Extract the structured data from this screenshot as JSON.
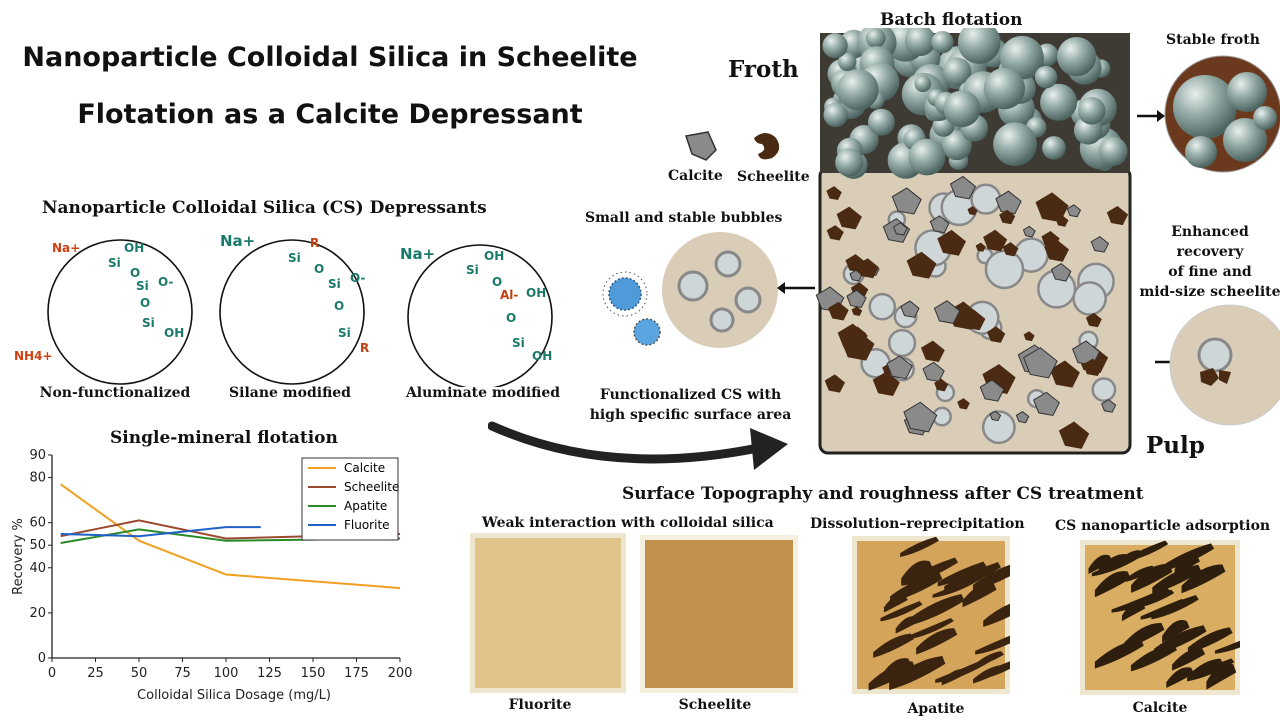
{
  "title": {
    "line1": "Nanoparticle Colloidal Silica in Scheelite",
    "line2": "Flotation as a Calcite Depressant"
  },
  "depressants": {
    "heading": "Nanoparticle Colloidal Silica (CS) Depressants",
    "captions": [
      "Non-functionalized",
      "Silane modified",
      "Aluminate modified"
    ],
    "labels": {
      "na": "Na+",
      "nh4": "NH4+",
      "si": "Si",
      "o": "O",
      "o_minus": "O-",
      "oh": "OH",
      "r": "R",
      "al": "Al-"
    }
  },
  "chart_title": "Single-mineral flotation",
  "chart_data": {
    "type": "line",
    "title": "Single-mineral flotation",
    "xlabel": "Colloidal Silica Dosage (mg/L)",
    "ylabel": "Recovery %",
    "xlim": [
      0,
      200
    ],
    "ylim": [
      0,
      90
    ],
    "xticks": [
      0,
      25,
      50,
      75,
      100,
      125,
      150,
      175,
      200
    ],
    "yticks": [
      0,
      20,
      40,
      50,
      60,
      80,
      90
    ],
    "legend_position": "top-right",
    "series": [
      {
        "name": "Calcite",
        "color": "#f0a020",
        "x": [
          5,
          50,
          100,
          200
        ],
        "y": [
          77,
          52,
          37,
          31
        ]
      },
      {
        "name": "Scheelite",
        "color": "#9b4a30",
        "x": [
          5,
          50,
          100,
          200
        ],
        "y": [
          54,
          61,
          53,
          55
        ]
      },
      {
        "name": "Apatite",
        "color": "#2a8a2a",
        "x": [
          5,
          50,
          100,
          200
        ],
        "y": [
          51,
          57,
          52,
          53
        ]
      },
      {
        "name": "Fluorite",
        "color": "#2060c8",
        "x": [
          5,
          50,
          100,
          120
        ],
        "y": [
          55,
          54,
          58,
          58
        ]
      }
    ]
  },
  "flotation": {
    "heading": "Batch flotation",
    "froth": "Froth",
    "pulp": "Pulp",
    "stable_froth": "Stable froth",
    "enhanced": [
      "Enhanced",
      "recovery",
      "of fine and",
      "mid-size scheelite"
    ],
    "calcite": "Calcite",
    "scheelite": "Scheelite",
    "small_bubbles": "Small and stable bubbles",
    "functionalized": [
      "Functionalized CS with",
      "high specific surface area"
    ]
  },
  "surface": {
    "heading": "Surface Topography and roughness after CS treatment",
    "groups": [
      "Weak interaction with colloidal silica",
      "Dissolution–reprecipitation",
      "CS nanoparticle adsorption"
    ],
    "minerals": [
      "Fluorite",
      "Scheelite",
      "Apatite",
      "Calcite"
    ]
  },
  "colors": {
    "calcite_mineral": "#8a8a8a",
    "scheelite_mineral": "#4a2a12",
    "pulp": "#d9cdb8",
    "bubble": "#8fa3a0",
    "fluorite_surface": "#e0c48a",
    "scheelite_surface": "#c0914a"
  }
}
